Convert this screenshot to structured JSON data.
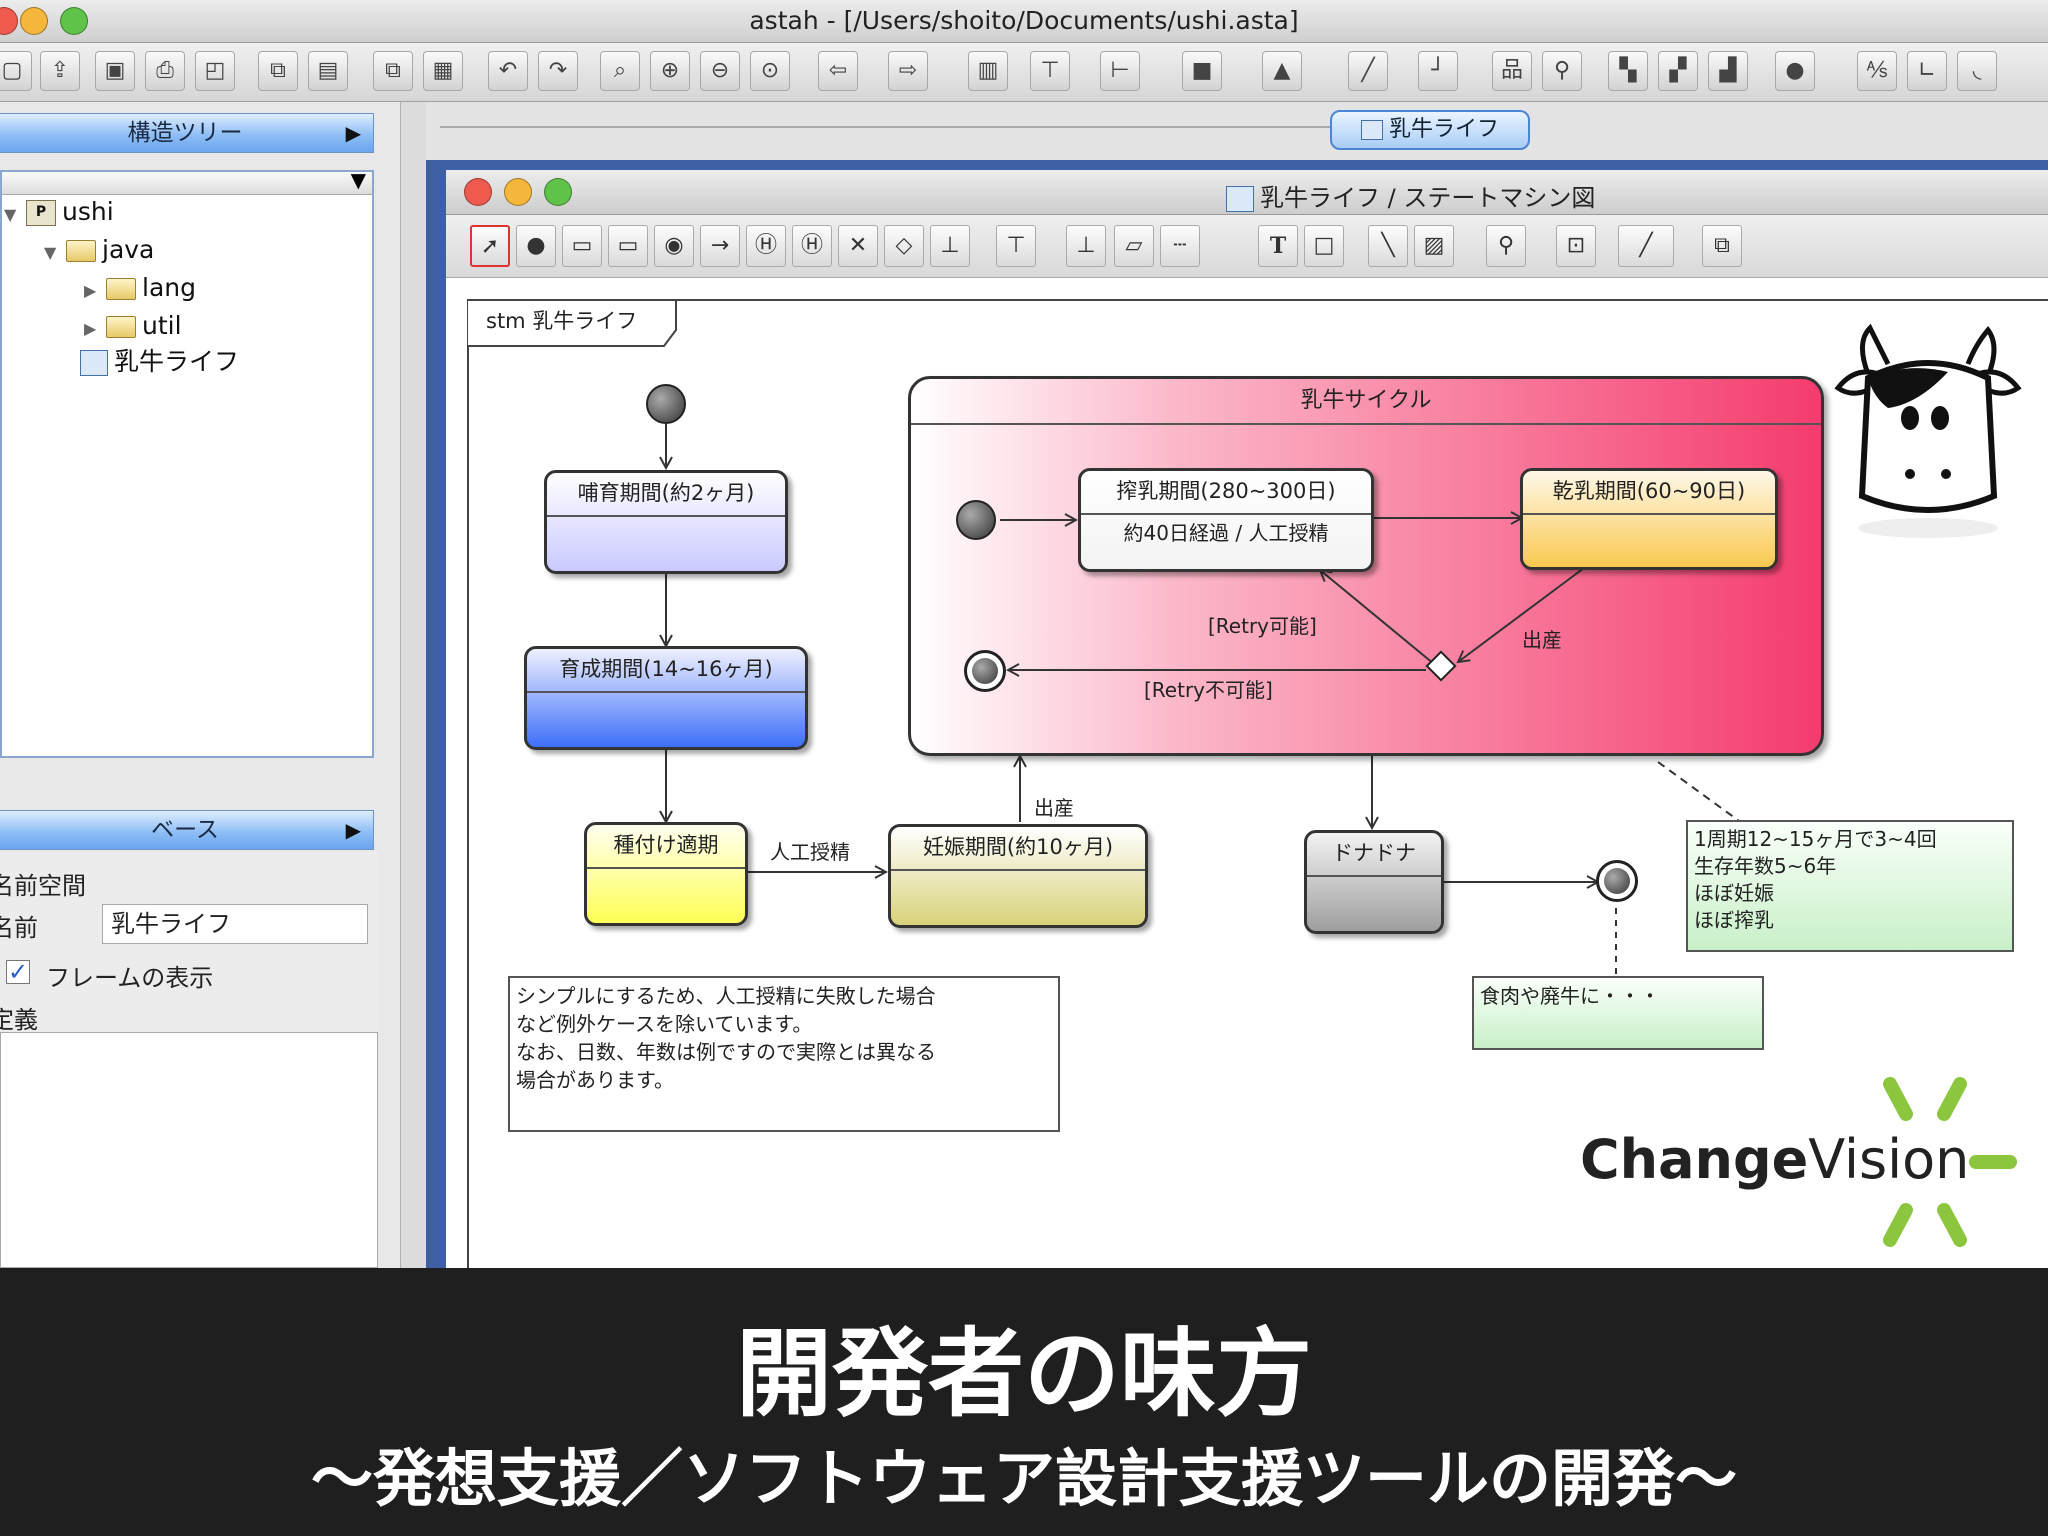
{
  "app": {
    "window_title": "astah - [/Users/shoito/Documents/ushi.asta]",
    "tab_label": "乳牛ライフ"
  },
  "structure_tree": {
    "header": "構造ツリー",
    "items": [
      {
        "label": "ushi",
        "icon": "package-icon"
      },
      {
        "label": "java",
        "icon": "folder-icon"
      },
      {
        "label": "lang",
        "icon": "folder-icon"
      },
      {
        "label": "util",
        "icon": "folder-icon"
      },
      {
        "label": "乳牛ライフ",
        "icon": "diagram-icon"
      }
    ]
  },
  "base_panel": {
    "header": "ベース",
    "namespace_label": "名前空間",
    "name_label": "名前",
    "name_value": "乳牛ライフ",
    "frame_checkbox_label": "フレームの表示",
    "frame_checked": true,
    "definition_label": "定義"
  },
  "diagram_window": {
    "title": "乳牛ライフ / ステートマシン図",
    "frame_label": "stm 乳牛ライフ"
  },
  "diagram": {
    "states": {
      "nursing": "哺育期間(約2ヶ月)",
      "raising": "育成期間(14~16ヶ月)",
      "breeding": "種付け適期",
      "pregnancy": "妊娠期間(約10ヶ月)",
      "donadona": "ドナドナ",
      "milking_name": "搾乳期間(280~300日)",
      "milking_action": "約40日経過 / 人工授精",
      "dry_name": "乾乳期間(60~90日)"
    },
    "composite_title": "乳牛サイクル",
    "labels": {
      "ai": "人工授精",
      "birth1": "出産",
      "birth2": "出産",
      "retry_ok": "[Retry可能]",
      "retry_ng": "[Retry不可能]"
    },
    "notes": {
      "simple": [
        "シンプルにするため、人工授精に失敗した場合",
        "など例外ケースを除いています。",
        "なお、日数、年数は例ですので実際とは異なる",
        "場合があります。"
      ],
      "cycle": [
        "1周期12~15ヶ月で3~4回",
        "生存年数5~6年",
        "ほぼ妊娠",
        "ほぼ搾乳"
      ],
      "meat": "食肉や廃牛に・・・"
    },
    "logo": {
      "change": "Change",
      "vision": "Vision"
    }
  },
  "banner": {
    "title": "開発者の味方",
    "subtitle": "〜発想支援／ソフトウェア設計支援ツールの開発〜"
  },
  "colors": {
    "composite": "#f43c6e",
    "nursing": "#c9c9ff",
    "raising": "#3d6ff7",
    "breeding": "#ffff55",
    "pregnancy": "#d8d27a",
    "dry": "#f8c850",
    "donadona": "#9e9e9e",
    "note_green": "#c8f0c8",
    "logo_green": "#8cc63f"
  }
}
